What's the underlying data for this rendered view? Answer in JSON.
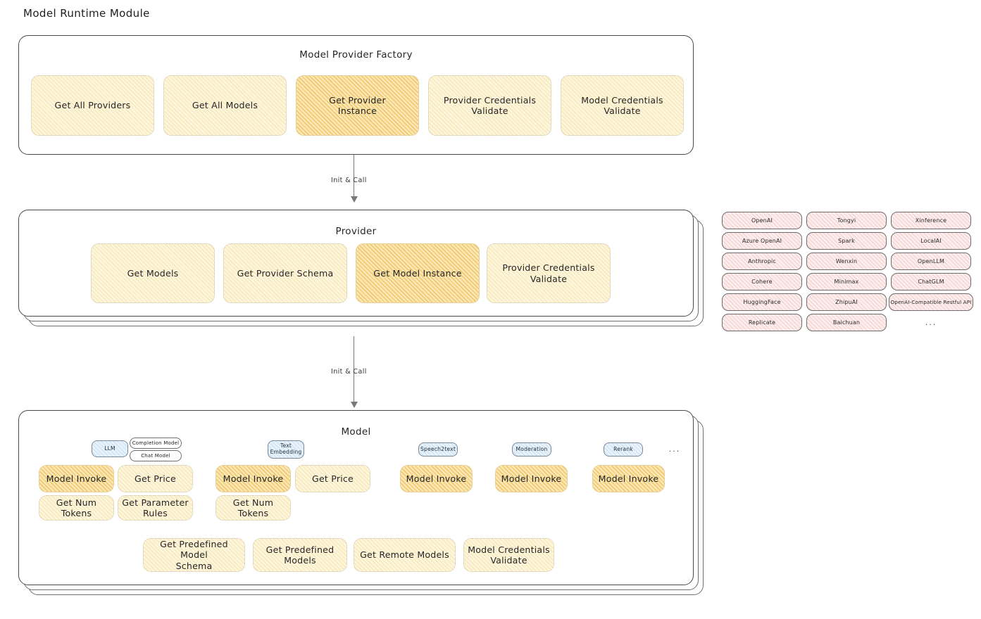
{
  "page": {
    "title": "Model Runtime Module"
  },
  "factory": {
    "title": "Model Provider Factory",
    "cards": [
      {
        "label": "Get All Providers",
        "highlight": false
      },
      {
        "label": "Get All Models",
        "highlight": false
      },
      {
        "label": "Get Provider\nInstance",
        "highlight": true
      },
      {
        "label": "Provider Credentials\nValidate",
        "highlight": false
      },
      {
        "label": "Model Credentials\nValidate",
        "highlight": false
      }
    ]
  },
  "arrow1": {
    "label": "Init & Call"
  },
  "provider": {
    "title": "Provider",
    "cards": [
      {
        "label": "Get Models",
        "highlight": false
      },
      {
        "label": "Get Provider Schema",
        "highlight": false
      },
      {
        "label": "Get Model Instance",
        "highlight": true
      },
      {
        "label": "Provider Credentials\nValidate",
        "highlight": false
      }
    ]
  },
  "arrow2": {
    "label": "Init & Call"
  },
  "provider_list": {
    "columns": [
      [
        "OpenAI",
        "Azure OpenAI",
        "Anthropic",
        "Cohere",
        "HuggingFace",
        "Replicate"
      ],
      [
        "Tongyi",
        "Spark",
        "Wenxin",
        "Minimax",
        "ZhipuAI",
        "Baichuan"
      ],
      [
        "Xinference",
        "LocalAI",
        "OpenLLM",
        "ChatGLM",
        "OpenAI-Compatible Restful API"
      ]
    ],
    "more": "..."
  },
  "model": {
    "title": "Model",
    "more": "...",
    "types": [
      {
        "name": "LLM",
        "style": "blue",
        "subtypes": [
          "Completion Model",
          "Chat Model"
        ]
      },
      {
        "name": "Text\nEmbedding",
        "style": "blue",
        "subtypes": []
      },
      {
        "name": "Speech2text",
        "style": "blue",
        "subtypes": []
      },
      {
        "name": "Moderation",
        "style": "blue",
        "subtypes": []
      },
      {
        "name": "Rerank",
        "style": "blue",
        "subtypes": []
      }
    ],
    "methods": [
      {
        "label": "Model Invoke",
        "highlight": true
      },
      {
        "label": "Get Price",
        "highlight": false
      },
      {
        "label": "Get Num Tokens",
        "highlight": false
      },
      {
        "label": "Get Parameter\nRules",
        "highlight": false
      },
      {
        "label": "Model Invoke",
        "highlight": true
      },
      {
        "label": "Get Price",
        "highlight": false
      },
      {
        "label": "Get Num Tokens",
        "highlight": false
      },
      {
        "label": "Model Invoke",
        "highlight": true
      },
      {
        "label": "Model Invoke",
        "highlight": true
      },
      {
        "label": "Model Invoke",
        "highlight": true
      }
    ],
    "shared_methods": [
      {
        "label": "Get Predefined Model\nSchema"
      },
      {
        "label": "Get Predefined\nModels"
      },
      {
        "label": "Get Remote Models"
      },
      {
        "label": "Model Credentials\nValidate"
      }
    ]
  },
  "colors": {
    "card_fill": "#fdf6df",
    "card_highlight_fill": "#fbe6b4",
    "pill_fill": "#fdeeee",
    "badge_fill": "#e8f2fb",
    "outline": "#4a4a4a",
    "background": "#ffffff"
  }
}
